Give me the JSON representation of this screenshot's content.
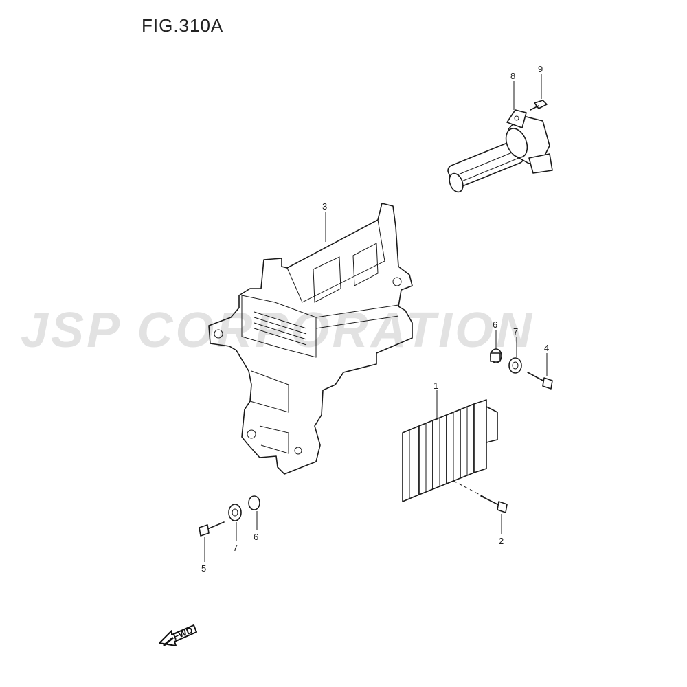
{
  "figure": {
    "title": "FIG.310A",
    "watermark": "JSP CORPORATION"
  },
  "callouts": {
    "c1": "1",
    "c2": "2",
    "c3": "3",
    "c4": "4",
    "c5": "5",
    "c6a": "6",
    "c6b": "6",
    "c7a": "7",
    "c7b": "7",
    "c8": "8",
    "c9": "9"
  },
  "fwd": {
    "label": "FWD"
  }
}
